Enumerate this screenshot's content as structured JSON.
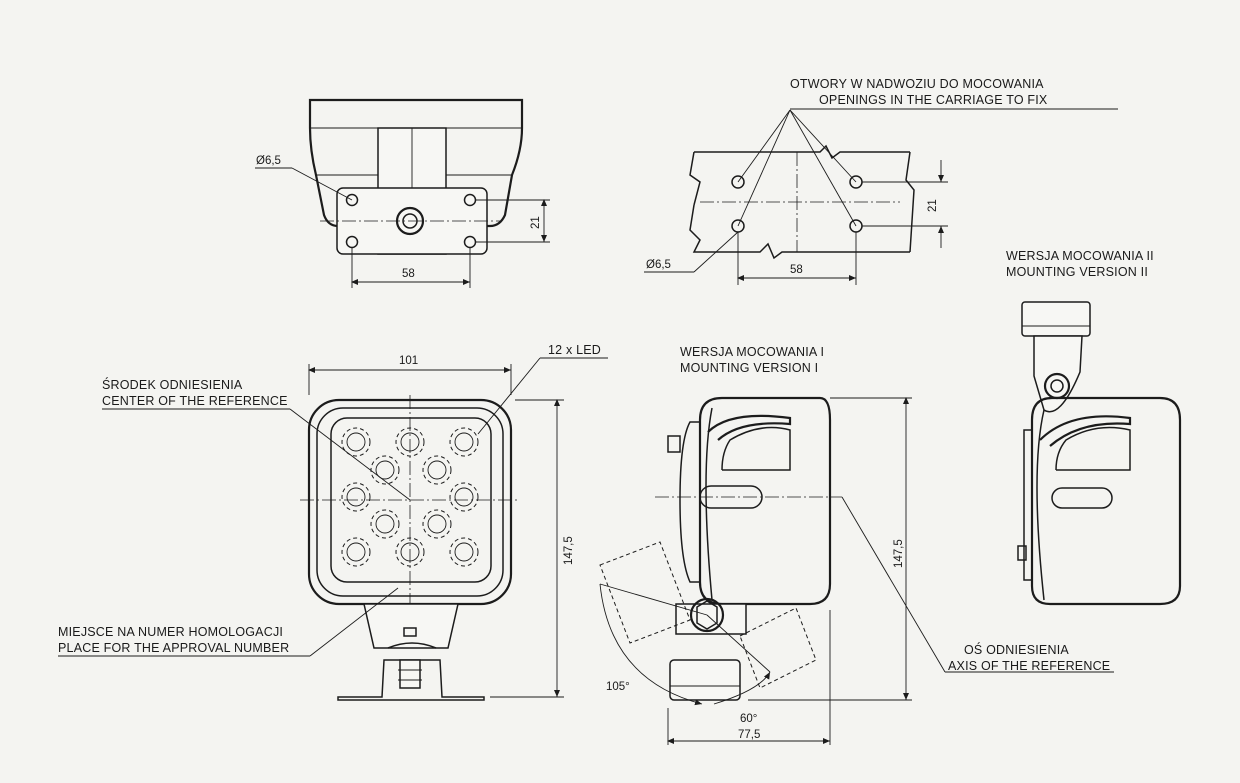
{
  "labels": {
    "openings_pl": "OTWORY W NADWOZIU DO MOCOWANIA",
    "openings_en": "OPENINGS IN THE CARRIAGE TO FIX",
    "mount2_pl": "WERSJA MOCOWANIA II",
    "mount2_en": "MOUNTING VERSION II",
    "mount1_pl": "WERSJA MOCOWANIA I",
    "mount1_en": "MOUNTING VERSION I",
    "center_pl": "ŚRODEK ODNIESIENIA",
    "center_en": "CENTER OF THE REFERENCE",
    "led": "12 x LED",
    "approval_pl": "MIEJSCE NA NUMER HOMOLOGACJI",
    "approval_en": "PLACE FOR THE APPROVAL NUMBER",
    "axis_pl": "OŚ ODNIESIENIA",
    "axis_en": "AXIS OF THE REFERENCE"
  },
  "dimensions": {
    "hole_diameter_top": "Ø6,5",
    "hole_spacing_top": "58",
    "hole_vertical_top": "21",
    "hole_diameter_openings": "Ø6,5",
    "hole_spacing_openings": "58",
    "hole_vertical_openings": "21",
    "front_width": "101",
    "front_height": "147,5",
    "side_height": "147,5",
    "side_depth": "77,5",
    "angle_back": "105°",
    "angle_front": "60°"
  }
}
